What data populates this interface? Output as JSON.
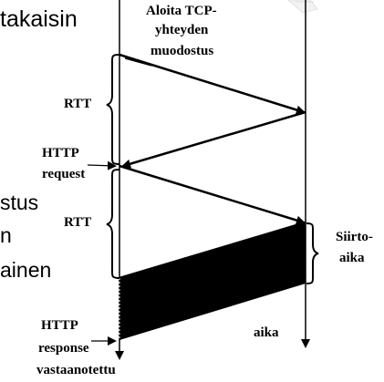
{
  "diagram": {
    "left_fragments": [
      "takaisin",
      "stus",
      "n",
      "ainen"
    ],
    "top_label": [
      "Aloita TCP-",
      "yhteyden",
      "muodostus"
    ],
    "rtt_label_1": "RTT",
    "rtt_label_2": "RTT",
    "http_request": [
      "HTTP",
      "request"
    ],
    "siirtoaika": [
      "Siirto-",
      "aika"
    ],
    "http_response": [
      "HTTP",
      "response",
      "vastaanotettu"
    ],
    "aika": "aika",
    "colors": {
      "line": "#000000",
      "fill": "#000000",
      "text": "#000000",
      "corner_decoration": "#cfcfcf"
    }
  }
}
